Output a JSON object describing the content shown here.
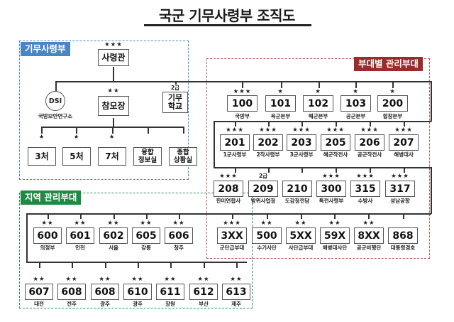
{
  "title": "국군 기무사령부 조직도",
  "regions": {
    "hq": {
      "label": "기무사령부",
      "color": "#4a86c6"
    },
    "unit": {
      "label": "부대별 관리부대",
      "color": "#9e2a2b"
    },
    "regional": {
      "label": "지역 관리부대",
      "color": "#1e8a43"
    }
  },
  "hq": {
    "commander": {
      "rank": "★★★",
      "name": "사령관"
    },
    "dsi": {
      "name": "DSI",
      "sub": "국방보안연구소"
    },
    "chief_of_staff": {
      "rank": "★★",
      "name": "참모장"
    },
    "school": {
      "rank": "2급",
      "name_line1": "기무",
      "name_line2": "학교"
    },
    "departments": [
      {
        "rank": "★",
        "name": "3처"
      },
      {
        "rank": "★",
        "name": "5처"
      },
      {
        "rank": "★",
        "name": "7처"
      },
      {
        "rank": "",
        "name_line1": "융합",
        "name_line2": "정보실"
      },
      {
        "rank": "",
        "name_line1": "종합",
        "name_line2": "상황실"
      }
    ]
  },
  "unit_rows": [
    [
      {
        "rank": "★★★",
        "code": "100",
        "sub": "국방부"
      },
      {
        "rank": "★",
        "code": "101",
        "sub": "육군본부"
      },
      {
        "rank": "★",
        "code": "102",
        "sub": "해군본부"
      },
      {
        "rank": "★",
        "code": "103",
        "sub": "공군본부"
      },
      {
        "rank": "★",
        "code": "200",
        "sub": "합참본부"
      }
    ],
    [
      {
        "rank": "★★★",
        "code": "201",
        "sub": "1군사령부"
      },
      {
        "rank": "★★★",
        "code": "202",
        "sub": "2작사령부"
      },
      {
        "rank": "★★★",
        "code": "203",
        "sub": "3군사령부"
      },
      {
        "rank": "★★★",
        "code": "205",
        "sub": "해군작전사"
      },
      {
        "rank": "★★★",
        "code": "206",
        "sub": "공군작전사"
      },
      {
        "rank": "★★★",
        "code": "207",
        "sub": "해병대사"
      }
    ],
    [
      {
        "rank": "★★★",
        "code": "208",
        "sub": "한미연합사"
      },
      {
        "rank": "2급",
        "code": "209",
        "sub": "방위사업청"
      },
      {
        "rank": "",
        "code": "210",
        "sub": "도감청전담"
      },
      {
        "rank": "★★★",
        "code": "300",
        "sub": "특전사령부"
      },
      {
        "rank": "★★★",
        "code": "315",
        "sub": "수방사"
      },
      {
        "rank": "★★★",
        "code": "317",
        "sub": "성남공항"
      }
    ],
    [
      {
        "rank": "★★★",
        "code": "3XX",
        "sub": "군단급부대"
      },
      {
        "rank": "★★",
        "code": "500",
        "sub": "수기사단"
      },
      {
        "rank": "★★",
        "code": "5XX",
        "sub": "사단급부대"
      },
      {
        "rank": "★★",
        "code": "59X",
        "sub": "해병대사단"
      },
      {
        "rank": "★★",
        "code": "8XX",
        "sub": "공군비행단"
      },
      {
        "rank": "",
        "code": "868",
        "sub": "대통령경호"
      }
    ]
  ],
  "regional_rows": [
    [
      {
        "rank": "★★",
        "code": "600",
        "sub": "의정부"
      },
      {
        "rank": "★★",
        "code": "601",
        "sub": "인천"
      },
      {
        "rank": "★★",
        "code": "602",
        "sub": "서울"
      },
      {
        "rank": "★★",
        "code": "605",
        "sub": "강릉"
      },
      {
        "rank": "★★",
        "code": "606",
        "sub": "청주"
      }
    ],
    [
      {
        "rank": "★★",
        "code": "607",
        "sub": "대전"
      },
      {
        "rank": "★★",
        "code": "608",
        "sub": "전주"
      },
      {
        "rank": "★★",
        "code": "608",
        "sub": "광주"
      },
      {
        "rank": "★★",
        "code": "610",
        "sub": "광주"
      },
      {
        "rank": "★★",
        "code": "611",
        "sub": "창원"
      },
      {
        "rank": "★★",
        "code": "612",
        "sub": "부산"
      },
      {
        "rank": "★★",
        "code": "613",
        "sub": "제주"
      }
    ]
  ]
}
